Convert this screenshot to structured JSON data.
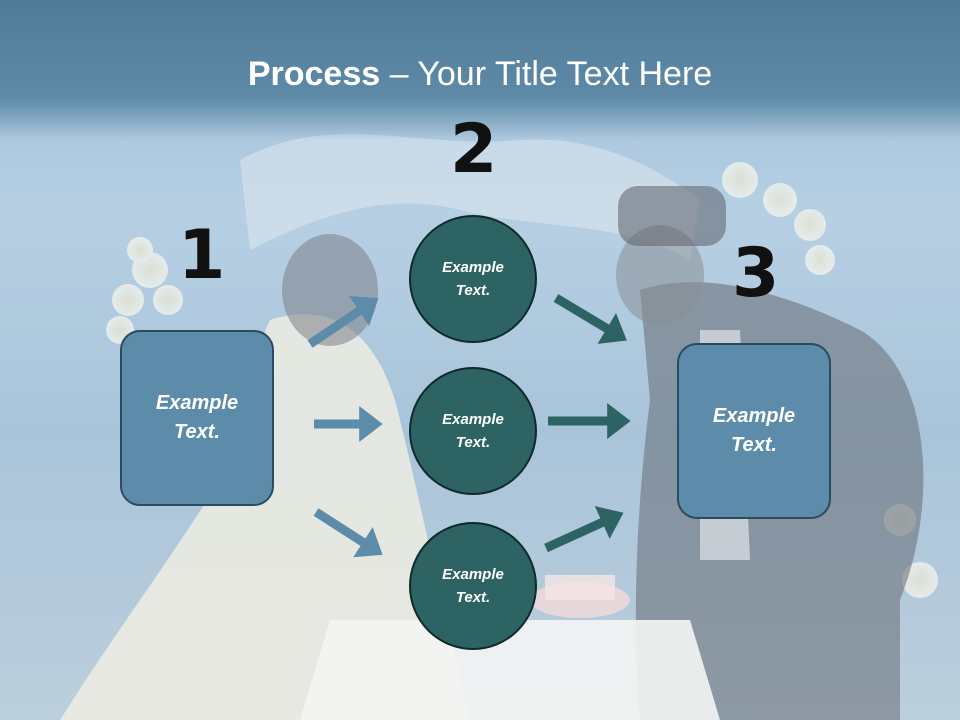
{
  "slide": {
    "title_bold": "Process",
    "title_rest": " – Your Title Text Here",
    "step_numbers": [
      "1",
      "2",
      "3"
    ],
    "left_box_text": "Example\nText.",
    "right_box_text": "Example\nText.",
    "circles": [
      "Example\nText.",
      "Example\nText.",
      "Example\nText."
    ]
  },
  "colors": {
    "header": "#5e8aa8",
    "box_fill": "#5d8cab",
    "circle_fill": "#2d6363",
    "arrow_left": "#5d8cab",
    "arrow_right": "#2d6363"
  }
}
